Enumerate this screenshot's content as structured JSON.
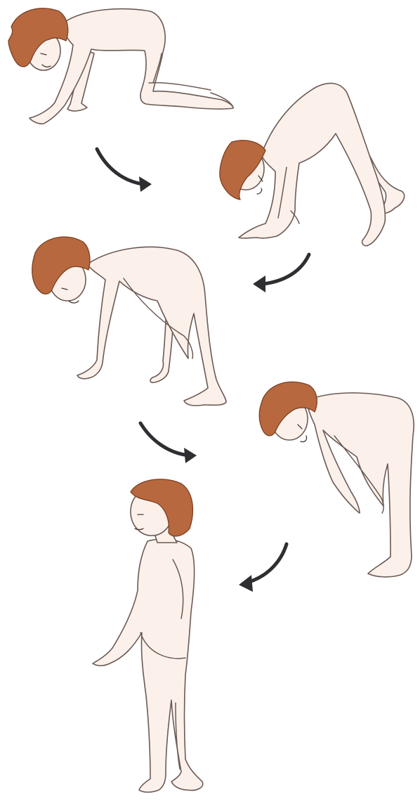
{
  "figures": [
    {
      "pose": "hands-and-knees"
    },
    {
      "pose": "hands-and-feet-hips-raised"
    },
    {
      "pose": "bent-forward-one-hand-down"
    },
    {
      "pose": "bent-forward-hands-on-knees"
    },
    {
      "pose": "standing-upright"
    }
  ],
  "arrows": [
    {
      "icon": "curved-arrow-right-icon"
    },
    {
      "icon": "curved-arrow-left-icon"
    },
    {
      "icon": "curved-arrow-right-icon"
    },
    {
      "icon": "curved-arrow-left-icon"
    }
  ],
  "colors": {
    "skin": "#fbf1ea",
    "outline": "#6b5a55",
    "hair": "#b8683e",
    "arrow": "#2f2f33",
    "background": "#ffffff"
  }
}
